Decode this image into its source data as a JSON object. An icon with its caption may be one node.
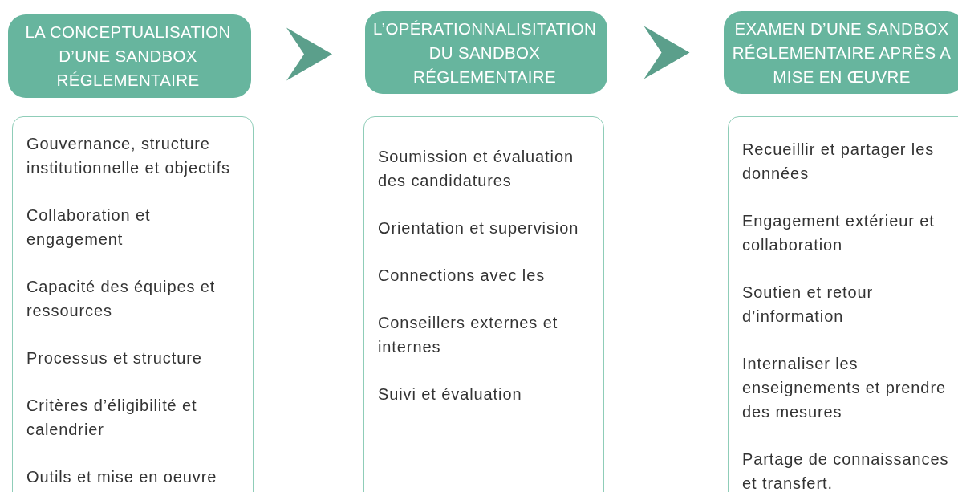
{
  "diagram": {
    "nodes": [
      {
        "text": [
          "LA CONCEPTUALISATION D’UNE SANDBOX RÉGLEMENTAIRE"
        ]
      },
      {
        "text": [
          "L’OPÉRATIONNALISITATION DU SANDBOX RÉGLEMENTAIRE"
        ]
      },
      {
        "text": [
          "EXAMEN D’UNE SANDBOX RÉGLEMENTAIRE APRÈS A MISE EN ŒUVRE"
        ]
      },
      {
        "text": [
          "Gouvernance, structure institutionnelle et objectifs",
          "Collaboration et engagement",
          "Capacité des équipes et ressources",
          "Processus et structure",
          "Critères d’éligibilité et calendrier",
          "Outils et mise en oeuvre"
        ]
      },
      {
        "text": [
          "Soumission et évaluation des candidatures",
          "Orientation et supervision",
          "Connections avec les",
          "Conseillers externes et internes",
          "Suivi et évaluation"
        ]
      },
      {
        "text": [
          "Recueillir et partager les données",
          "Engagement extérieur et collaboration",
          "Soutien et retour d’information",
          "Internaliser les enseignements et prendre des mesures",
          "Partage de connaissances et transfert."
        ]
      }
    ],
    "edges": [
      {
        "from": 0,
        "to": 1,
        "arrow": "to"
      },
      {
        "from": 1,
        "to": 2,
        "arrow": "to"
      }
    ]
  }
}
